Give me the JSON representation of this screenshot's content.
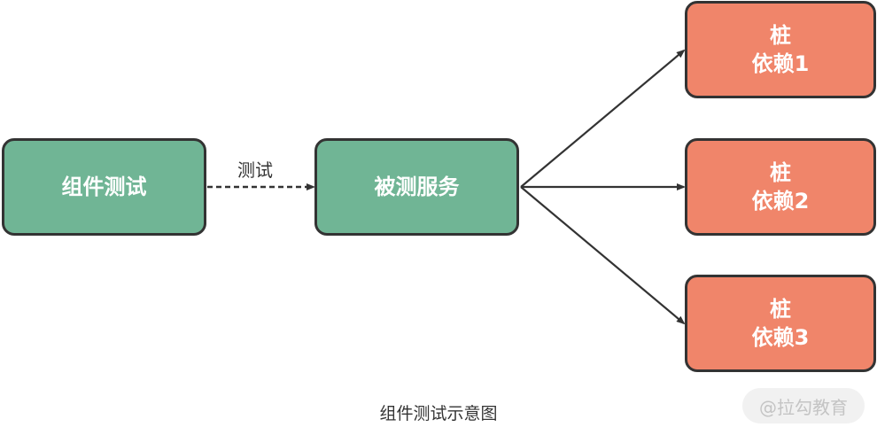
{
  "nodes": {
    "component_test": {
      "label": "组件测试"
    },
    "service": {
      "label": "被测服务"
    },
    "stubs": [
      {
        "line1": "桩",
        "line2": "依赖1"
      },
      {
        "line1": "桩",
        "line2": "依赖2"
      },
      {
        "line1": "桩",
        "line2": "依赖3"
      }
    ]
  },
  "edge_label": "测试",
  "caption": "组件测试示意图",
  "watermark": "@拉勾教育",
  "colors": {
    "green": "#70b595",
    "orange": "#f0856a",
    "border": "#333333"
  }
}
